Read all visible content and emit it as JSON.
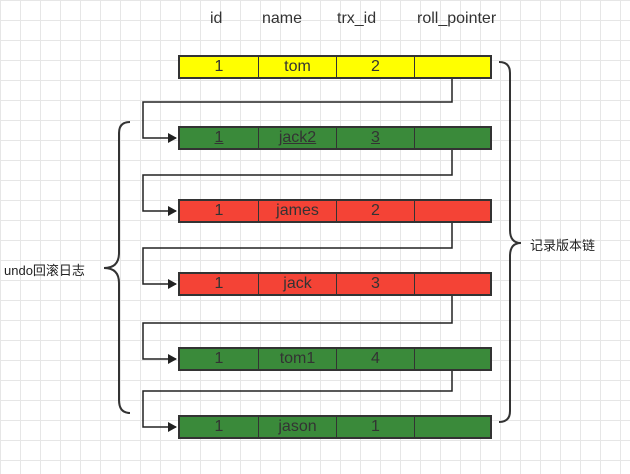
{
  "headers": [
    "id",
    "name",
    "trx_id",
    "roll_pointer"
  ],
  "rows": [
    {
      "id": "1",
      "name": "tom",
      "trx_id": "2",
      "roll_pointer": "",
      "color": "#ffff00",
      "underline": false
    },
    {
      "id": "1",
      "name": "jack2",
      "trx_id": "3",
      "roll_pointer": "",
      "color": "#3a8a3a",
      "underline": true
    },
    {
      "id": "1",
      "name": "james",
      "trx_id": "2",
      "roll_pointer": "",
      "color": "#f44336",
      "underline": false
    },
    {
      "id": "1",
      "name": "jack",
      "trx_id": "3",
      "roll_pointer": "",
      "color": "#f44336",
      "underline": false
    },
    {
      "id": "1",
      "name": "tom1",
      "trx_id": "4",
      "roll_pointer": "",
      "color": "#3a8a3a",
      "underline": false
    },
    {
      "id": "1",
      "name": "jason",
      "trx_id": "1",
      "roll_pointer": "",
      "color": "#3a8a3a",
      "underline": false
    }
  ],
  "labels": {
    "undo_log": "undo回滚日志",
    "version_chain": "记录版本链"
  }
}
